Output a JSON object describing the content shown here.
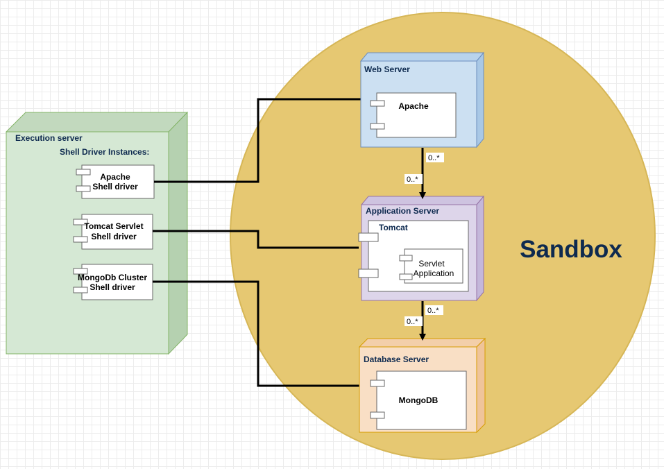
{
  "colors": {
    "sandbox_fill": "#E6C872",
    "sandbox_stroke": "#D6B656",
    "execution_fill": "#D5E8D4",
    "execution_stroke": "#82B366",
    "web_fill": "#CCE0F2",
    "app_fill": "#DDD5EA",
    "db_fill": "#F9DFC5",
    "title_color": "#0E2A4F",
    "sandbox_text": "#0E2A4F"
  },
  "sandbox": {
    "label": "Sandbox"
  },
  "execution_server": {
    "title": "Execution server",
    "subtitle": "Shell Driver Instances:",
    "drivers": [
      {
        "line1": "Apache",
        "line2": "Shell driver"
      },
      {
        "line1": "Tomcat Servlet",
        "line2": "Shell driver"
      },
      {
        "line1": "MongoDb Cluster",
        "line2": "Shell driver"
      }
    ]
  },
  "web_server": {
    "title": "Web Server",
    "component": "Apache"
  },
  "app_server": {
    "title": "Application Server",
    "component": "Tomcat",
    "inner_line1": "Servlet",
    "inner_line2": "Application"
  },
  "db_server": {
    "title": "Database Server",
    "component": "MongoDB"
  },
  "multiplicities": {
    "web_app_top": "0..*",
    "web_app_bottom": "0..*",
    "app_db_top": "0..*",
    "app_db_bottom": "0..*"
  }
}
